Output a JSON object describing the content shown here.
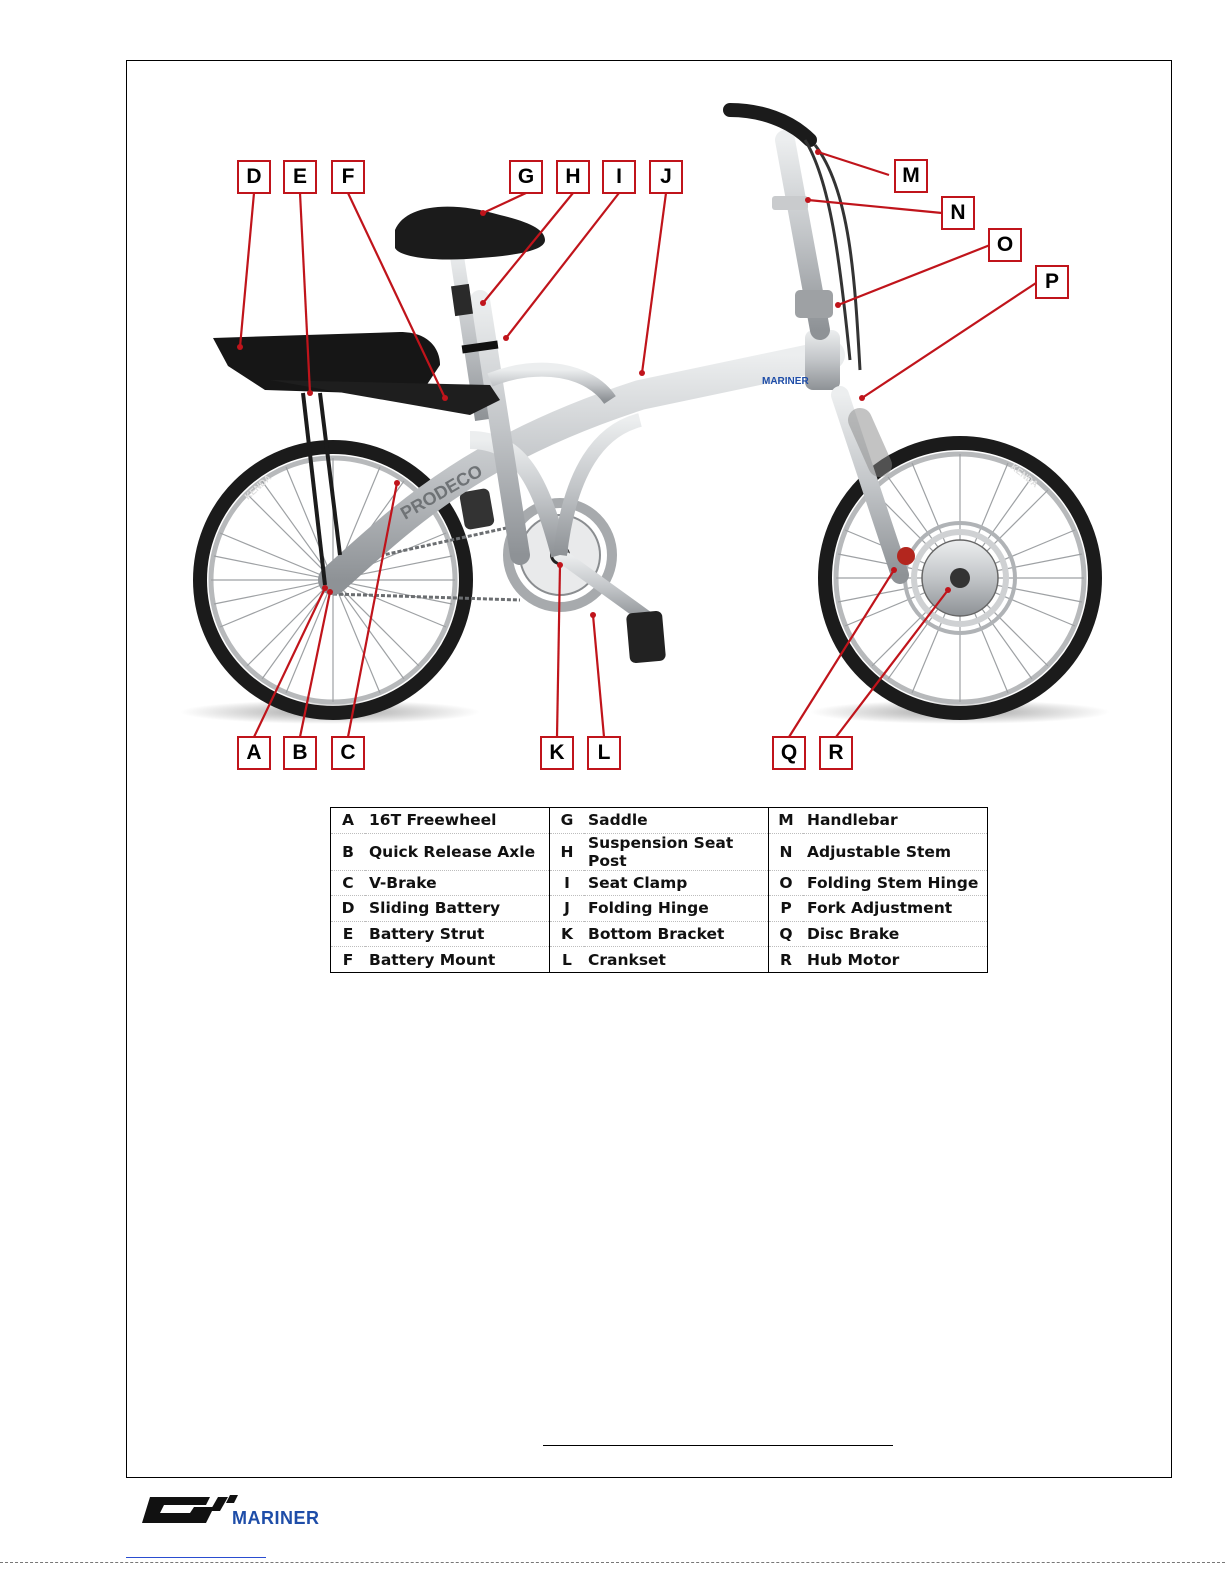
{
  "callouts": {
    "A": "A",
    "B": "B",
    "C": "C",
    "D": "D",
    "E": "E",
    "F": "F",
    "G": "G",
    "H": "H",
    "I": "I",
    "J": "J",
    "K": "K",
    "L": "L",
    "M": "M",
    "N": "N",
    "O": "O",
    "P": "P",
    "Q": "Q",
    "R": "R"
  },
  "decals": {
    "frame_brand": "PRODECO",
    "top_tube_brand": "MARINER",
    "tire_brand": "KENDA"
  },
  "legend": {
    "rows": [
      [
        {
          "letter": "A",
          "label": "16T Freewheel"
        },
        {
          "letter": "G",
          "label": "Saddle"
        },
        {
          "letter": "M",
          "label": "Handlebar"
        }
      ],
      [
        {
          "letter": "B",
          "label": "Quick Release Axle"
        },
        {
          "letter": "H",
          "label": "Suspension Seat Post"
        },
        {
          "letter": "N",
          "label": "Adjustable Stem"
        }
      ],
      [
        {
          "letter": "C",
          "label": "V-Brake"
        },
        {
          "letter": "I",
          "label": "Seat Clamp"
        },
        {
          "letter": "O",
          "label": "Folding Stem Hinge"
        }
      ],
      [
        {
          "letter": "D",
          "label": "Sliding Battery"
        },
        {
          "letter": "J",
          "label": "Folding Hinge"
        },
        {
          "letter": "P",
          "label": "Fork Adjustment"
        }
      ],
      [
        {
          "letter": "E",
          "label": "Battery Strut"
        },
        {
          "letter": "K",
          "label": "Bottom Bracket"
        },
        {
          "letter": "Q",
          "label": "Disc Brake"
        }
      ],
      [
        {
          "letter": "F",
          "label": "Battery Mount"
        },
        {
          "letter": "L",
          "label": "Crankset"
        },
        {
          "letter": "R",
          "label": "Hub Motor"
        }
      ]
    ]
  },
  "footer": {
    "logo_text": "MARINER"
  },
  "colors": {
    "callout_red": "#c0141b",
    "frame_silver": "#c9cbcd",
    "battery_black": "#161616",
    "brand_blue": "#1e4da8"
  }
}
